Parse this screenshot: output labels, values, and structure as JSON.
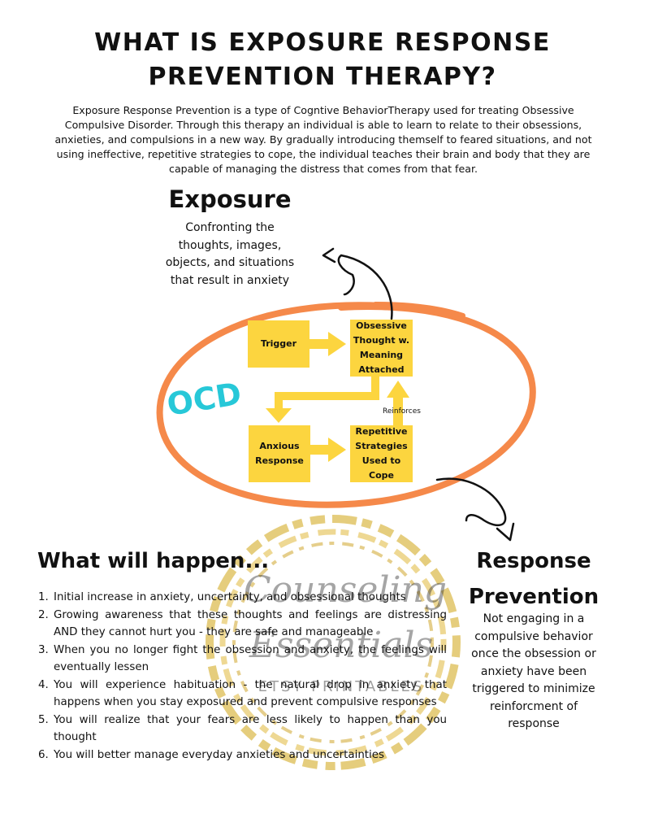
{
  "title": {
    "line1": "WHAT IS EXPOSURE RESPONSE",
    "line2": "PREVENTION THERAPY?"
  },
  "intro": "Exposure Response Prevention is a type of Cogntive BehaviorTherapy used for treating Obsessive Compulsive Disorder. Through this therapy an individual is able to learn to relate to their obsessions, anxieties, and compulsions in a new way. By gradually introducing themself to feared situations, and not using ineffective, repetitive strategies to cope, the individual teaches their brain and body that they are capable of managing the distress that comes from that fear.",
  "exposure": {
    "heading": "Exposure",
    "description": "Confronting the thoughts, images, objects, and situations that result in anxiety"
  },
  "cycle": {
    "label": "OCD",
    "boxes": {
      "trigger": "Trigger",
      "obsessive_thought": "Obsessive Thought w. Meaning Attached",
      "anxious_response": "Anxious Response",
      "repetitive_strategies": "Repetitive Strategies Used to Cope"
    },
    "reinforces_label": "Reinforces",
    "colors": {
      "ring": "#f5894a",
      "box": "#fcd53f",
      "ocd_text": "#27c8d8"
    }
  },
  "what_will_happen": {
    "heading": "What will happen...",
    "items": [
      "Initial increase in anxiety, uncertainty, and obsessional thoughts",
      "Growing awareness that these thoughts and feelings are distressing AND they cannot hurt you - they are safe and manageable",
      "When you no longer fight the obsession and anxiety, the feelings will eventually lessen",
      "You will experience habituation - the natural drop in anxiety that happens when you stay exposured and prevent compulsive responses",
      "You will realize that your fears are less likely to happen than you thought",
      "You will better manage everyday anxieties and uncertainties"
    ]
  },
  "response_prevention": {
    "heading_line1": "Response",
    "heading_line2": "Prevention",
    "description": "Not engaging in a compulsive behavior once the obsession or anxiety have been triggered to minimize reinforcment of response"
  },
  "watermark": {
    "line1": "Counseling",
    "line2": "Essentials",
    "line3": "ETSY PRINTABLES",
    "color": "#d9b84a"
  }
}
